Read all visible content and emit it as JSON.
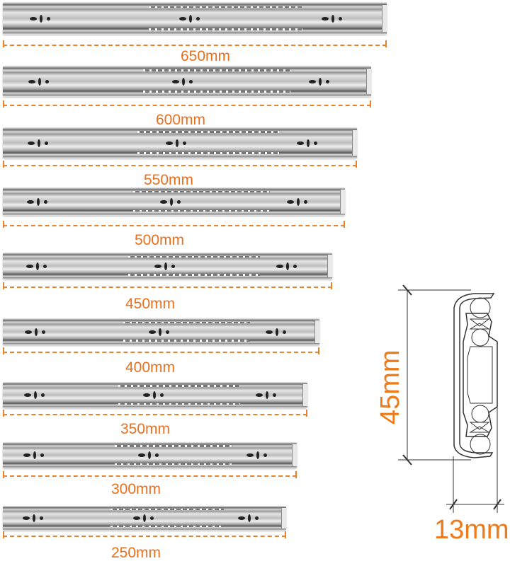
{
  "accent_color": "#e8822c",
  "rails": [
    {
      "label": "650mm"
    },
    {
      "label": "600mm"
    },
    {
      "label": "550mm"
    },
    {
      "label": "500mm"
    },
    {
      "label": "450mm"
    },
    {
      "label": "400mm"
    },
    {
      "label": "350mm"
    },
    {
      "label": "300mm"
    },
    {
      "label": "250mm"
    }
  ],
  "cross_section": {
    "height_label": "45mm",
    "width_label": "13mm"
  }
}
